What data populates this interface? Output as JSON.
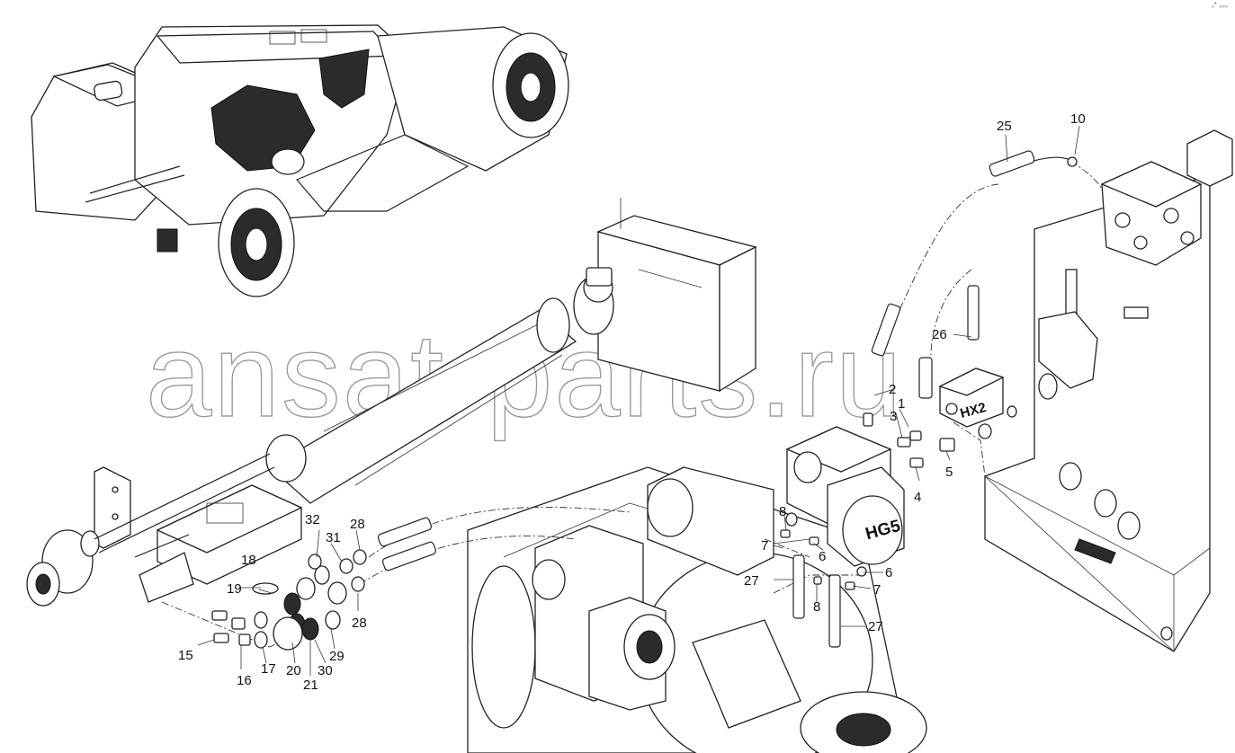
{
  "watermark": "ansat-parts.ru",
  "corner_mark": "◦˚ ◦◦◦",
  "plates": {
    "hg5": "HG5",
    "hx2": "HX2"
  },
  "callouts": {
    "c1": "1",
    "c2": "2",
    "c3": "3",
    "c4": "4",
    "c5": "5",
    "c6a": "6",
    "c6b": "6",
    "c7a": "7",
    "c7b": "7",
    "c8a": "8",
    "c8b": "8",
    "c10": "10",
    "c15": "15",
    "c16": "16",
    "c17": "17",
    "c18": "18",
    "c19": "19",
    "c20": "20",
    "c21": "21",
    "c25": "25",
    "c26": "26",
    "c27a": "27",
    "c27b": "27",
    "c28a": "28",
    "c28b": "28",
    "c29": "29",
    "c30": "30",
    "c31": "31",
    "c32": "32"
  }
}
